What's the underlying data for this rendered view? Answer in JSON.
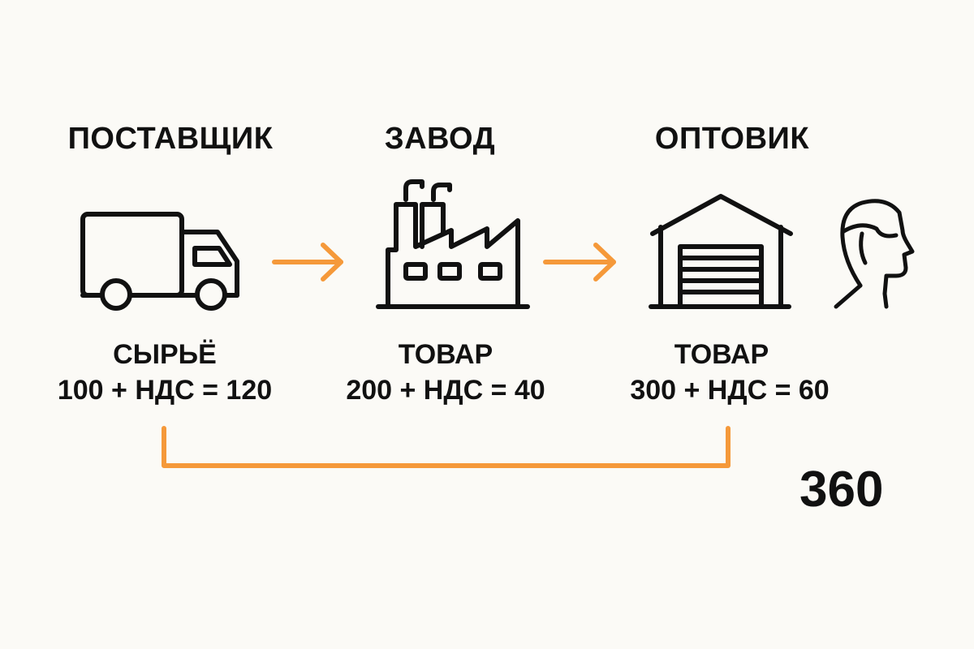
{
  "colors": {
    "accent": "#f5993a",
    "ink": "#111111",
    "background": "#fbfaf6"
  },
  "stages": [
    {
      "title": "ПОСТАВЩИК",
      "item": "СЫРЬЁ",
      "formula": "100 + НДС = 120",
      "icon": "truck-icon"
    },
    {
      "title": "ЗАВОД",
      "item": "ТОВАР",
      "formula": "200 + НДС = 40",
      "icon": "factory-icon"
    },
    {
      "title": "ОПТОВИК",
      "item": "ТОВАР",
      "formula": "300 + НДС = 60",
      "icon": "warehouse-icon"
    }
  ],
  "consumer_icon": "person-head-icon",
  "total": "360"
}
